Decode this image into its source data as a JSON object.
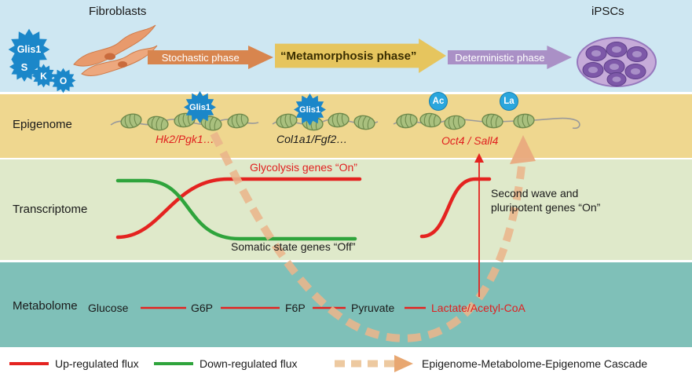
{
  "colors": {
    "up_flux": "#e42320",
    "down_flux": "#2fa43c",
    "cascade": "#ebb58b",
    "stochastic_arrow": "#d8854e",
    "metamorphosis_arrow": "#e6c55e",
    "deterministic_arrow": "#aa90c6",
    "factor_star_blue": "#1b87c9",
    "mark_circle_blue": "#2aa6dd"
  },
  "top_band": {
    "fibroblasts_label": "Fibroblasts",
    "ipscs_label": "iPSCs",
    "factors": {
      "glis1": "Glis1",
      "s": "S",
      "k": "K",
      "o": "O"
    },
    "phases": [
      {
        "label": "Stochastic phase"
      },
      {
        "label": "“Metamorphosis phase”"
      },
      {
        "label": "Deterministic phase"
      }
    ]
  },
  "epigenome": {
    "band_label": "Epigenome",
    "glis1_a": "Glis1",
    "glis1_b": "Glis1",
    "marks": {
      "ac": "Ac",
      "la": "La"
    },
    "genes_somatic_glycolytic": "Hk2/Pgk1…",
    "genes_fibroblast": "Col1a1/Fgf2…",
    "genes_pluripotency": "Oct4 / Sall4"
  },
  "transcriptome": {
    "band_label": "Transcriptome",
    "glycolysis_on": "Glycolysis genes “On”",
    "somatic_off": "Somatic state genes “Off”",
    "second_wave_line1": "Second wave and",
    "second_wave_line2": "pluripotent genes “On”"
  },
  "metabolome": {
    "band_label": "Metabolome",
    "metabolites": [
      "Glucose",
      "G6P",
      "F6P",
      "Pyruvate",
      "Lactate/Acetyl-CoA"
    ]
  },
  "legend": {
    "up_flux": "Up-regulated flux",
    "down_flux": "Down-regulated flux",
    "cascade": "Epigenome-Metabolome-Epigenome Cascade"
  }
}
